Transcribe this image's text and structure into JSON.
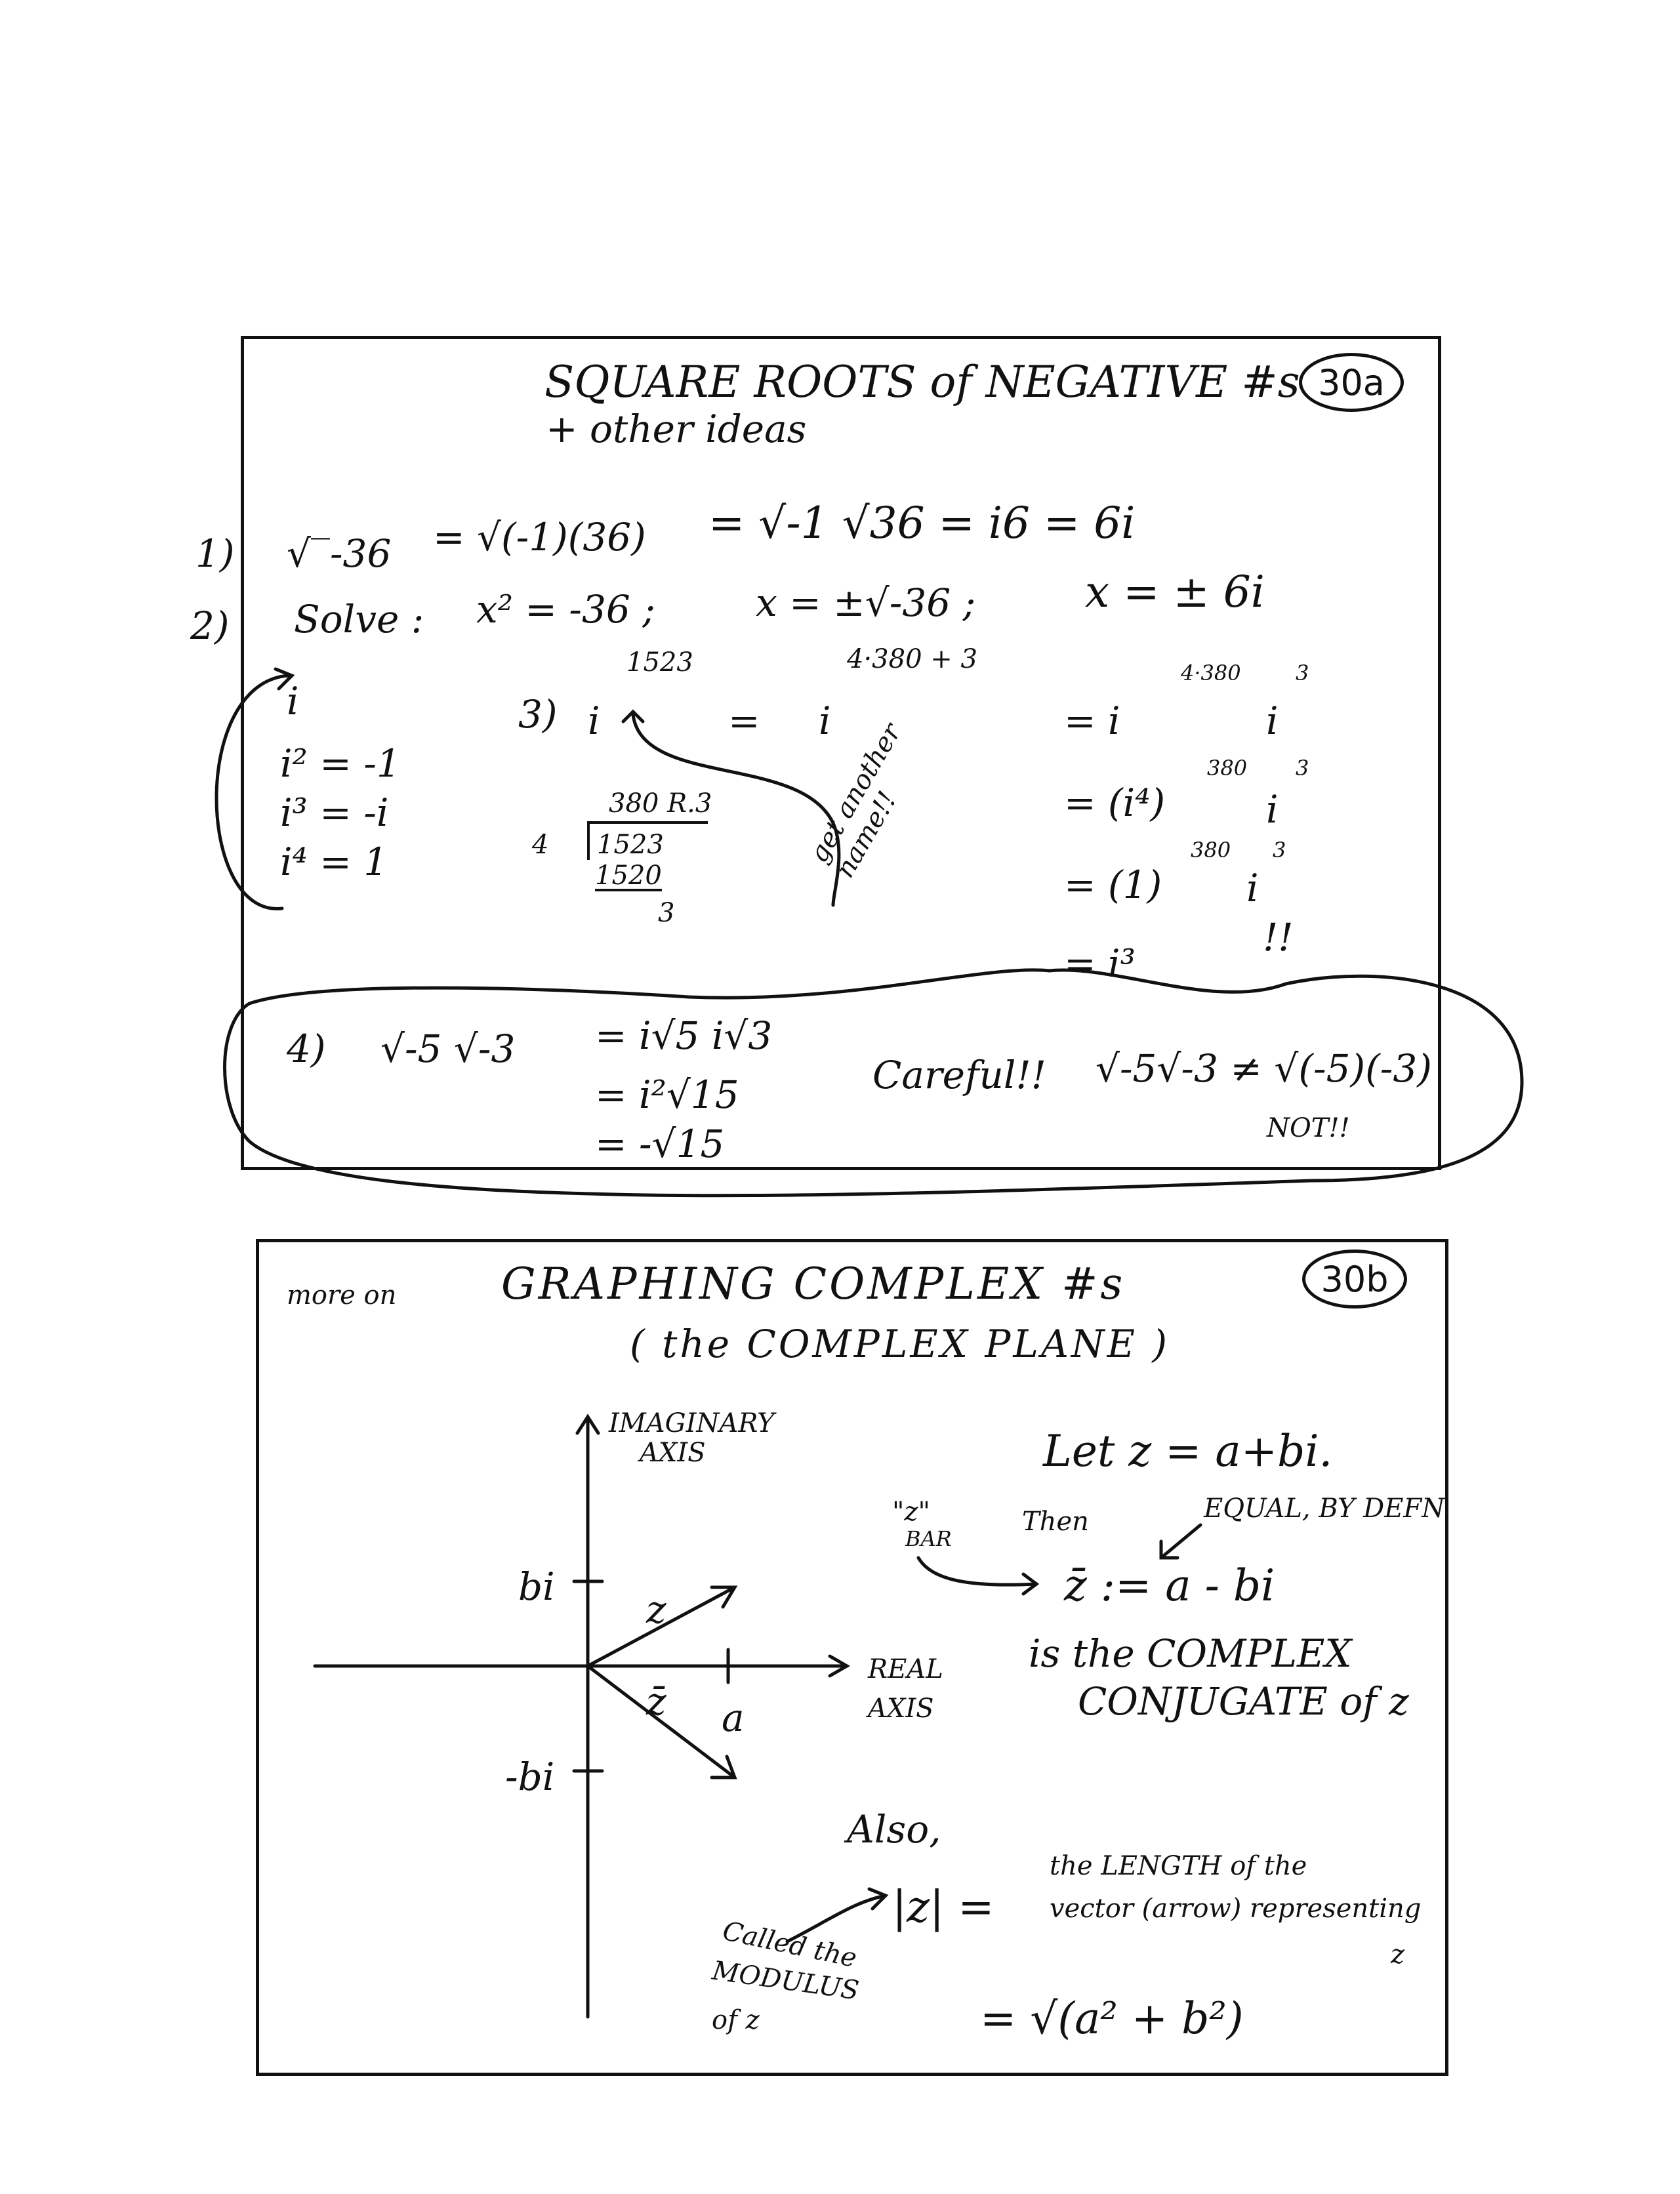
{
  "section_a": {
    "title": "SQUARE ROOTS of NEGATIVE #s",
    "subtitle": "+ other ideas",
    "page_number": "30a",
    "ex1": {
      "num": "1)",
      "lhs": "√‾-36",
      "step1": "= √(-1)(36)",
      "step2": "= √-1 √36 = i6 = 6i"
    },
    "ex2": {
      "num": "2)",
      "label": "Solve :",
      "eq": "x² = -36 ;",
      "step1": "x = ±√-36 ;",
      "step2": "x = ± 6i"
    },
    "powers": [
      "i",
      "i² = -1",
      "i³ = -i",
      "i⁴ = 1"
    ],
    "ex3": {
      "num": "3)",
      "base": "i",
      "exponent": "1523",
      "equals": "=",
      "rhs_base": "i",
      "rhs_exponent": "4·380 + 3",
      "line1": "= i",
      "line1_exp1": "4·380",
      "line1_i2": "i",
      "line1_exp2": "3",
      "line2": "= (i⁴)",
      "line2_exp1": "380",
      "line2_i": "i",
      "line2_exp2": "3",
      "line3": "= (1)",
      "line3_exp1": "380",
      "line3_i": "i",
      "line3_exp2": "3",
      "line4": "= i³",
      "line4_note": "!!",
      "division": {
        "quotient": "380 R.3",
        "divisor": "4",
        "dividend": "1523",
        "sub": "1520",
        "remainder": "3"
      },
      "note": "get another name!!"
    },
    "ex4": {
      "num": "4)",
      "lhs": "√-5 √-3",
      "step1": "= i√5 i√3",
      "step2": "= i²√15",
      "step3": "= -√15",
      "careful": "Careful!!",
      "careful_eq": "√-5√-3 ≠ √(-5)(-3)",
      "not": "NOT!!"
    }
  },
  "section_b": {
    "prefix": "more on",
    "title": "GRAPHING COMPLEX #s",
    "subtitle": "( the COMPLEX PLANE )",
    "page_number": "30b",
    "graph": {
      "y_axis_label_1": "IMAGINARY",
      "y_axis_label_2": "AXIS",
      "x_axis_label_1": "REAL",
      "x_axis_label_2": "AXIS",
      "bi": "bi",
      "neg_bi": "-bi",
      "a": "a",
      "z": "z",
      "z_bar": "z̄"
    },
    "let": "Let z = a+bi.",
    "z_bar_label_1": "\"z\"",
    "z_bar_label_2": "BAR",
    "then": "Then",
    "equal_by_defn": "EQUAL, BY DEFN",
    "conj_def": "z̄ := a - bi",
    "conj_text_1": "is the COMPLEX",
    "conj_text_2": "CONJUGATE of z",
    "also": "Also,",
    "modulus": "|z| =",
    "length_1": "the LENGTH of the",
    "length_2": "vector (arrow) representing",
    "length_3": "z",
    "called_1": "Called the",
    "called_2": "MODULUS",
    "called_3": "of z",
    "formula": "= √(a² + b²)"
  }
}
